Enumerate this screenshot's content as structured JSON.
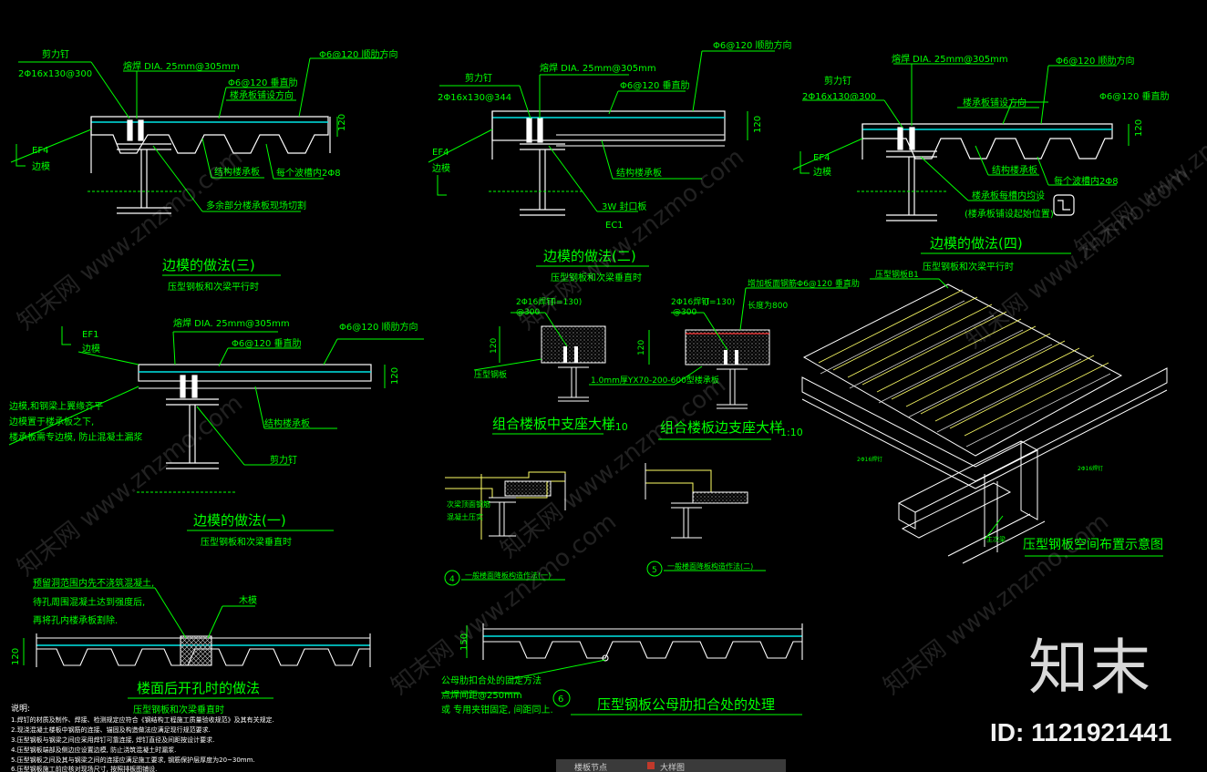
{
  "colors": {
    "bg": "#000000",
    "line": "#00ff00",
    "white": "#ffffff",
    "cyan": "#00e5e5",
    "yellow": "#ffff66",
    "red": "#ff3030"
  },
  "d3": {
    "shear": "剪力钉",
    "shear_spec": "2Φ16x130@300",
    "weld": "熔焊 DIA. 25mm@305mm",
    "bar1": "Φ6@120 顺肋方向",
    "bar2": "Φ6@120 垂直肋",
    "deck_note": "楼承板铺设方向",
    "dim": "120",
    "ef": "EF4",
    "edge": "边模",
    "struct_deck": "结构楼承板",
    "every_rib": "每个波槽内2Φ8",
    "cut": "多余部分楼承板现场切割",
    "title": "边模的做法(三)",
    "subtitle": "压型钢板和次梁平行时"
  },
  "d2": {
    "shear": "剪力钉",
    "shear_spec": "2Φ16x130@344",
    "weld": "熔焊 DIA. 25mm@305mm",
    "bar1": "Φ6@120 顺肋方向",
    "bar2": "Φ6@120 垂直肋",
    "dim": "120",
    "ef": "EF4",
    "edge": "边模",
    "struct_deck": "结构楼承板",
    "weld_3w": "3W 封口板",
    "ec": "EC1",
    "title": "边模的做法(二)",
    "subtitle": "压型钢板和次梁垂直时"
  },
  "d4": {
    "shear": "剪力钉",
    "shear_spec": "2Φ16x130@300",
    "weld": "熔焊 DIA. 25mm@305mm",
    "bar1": "Φ6@120 顺肋方向",
    "bar2": "Φ6@120 垂直肋",
    "deck_note": "楼承板铺设方向",
    "dim": "120",
    "ef": "EF4",
    "edge": "边模",
    "struct_deck": "结构楼承板",
    "every_rib": "每个波槽内2Φ8",
    "note1": "楼承板每槽内均设",
    "note2": "(楼承板铺设起始位置)",
    "title": "边模的做法(四)",
    "subtitle": "压型钢板和次梁平行时"
  },
  "d1": {
    "weld": "熔焊 DIA. 25mm@305mm",
    "bar1": "Φ6@120 顺肋方向",
    "bar2": "Φ6@120 垂直肋",
    "dim": "120",
    "ef": "EF1",
    "edge": "边模",
    "struct_deck": "结构楼承板",
    "shear": "剪力钉",
    "left1": "边模,和钢梁上翼缘齐平",
    "left2": "边模置于楼承板之下,",
    "left3": "楼承板需专边模, 防止混凝土漏浆",
    "title": "边模的做法(一)",
    "subtitle": "压型钢板和次梁垂直时"
  },
  "mid": {
    "s1_label": "2Φ16焊钉",
    "s1_len": "(l=130)",
    "s1_at": "@300",
    "s1_dim": "120",
    "s1_left": "压型钢板",
    "s1_title": "组合楼板中支座大样",
    "s1_scale": "1:10",
    "s2_label": "2Φ16焊钉",
    "s2_len": "(l=130)",
    "s2_at": "@300",
    "s2_top": "增加板面钢筋Φ6@120 垂直肋",
    "s2_top2": "长度为800",
    "s2_dim": "120",
    "s2_deck": "1.0mm厚YX70-200-600型楼承板",
    "s2_title": "组合楼板边支座大样",
    "s2_scale": "1:10",
    "d4_circle": "4",
    "d4_caption": "一般楼面降板构造作法(一)",
    "d5_circle": "5",
    "d5_caption": "一般楼面降板构造作法(二)",
    "fig_small": "次梁顶面钢筋",
    "fig_small2": "混凝土压实"
  },
  "iso": {
    "deck_label": "压型钢板B1",
    "left_label": "2Φ16焊钉",
    "right_label": "2Φ16焊钉",
    "beam_label": "主次梁",
    "title": "压型钢板空间布置示意图"
  },
  "bl": {
    "note1": "预留洞范围内先不浇筑混凝土,",
    "note2": "待孔周围混凝土达到强度后,",
    "note3": "再将孔内楼承板割除.",
    "wood": "木模",
    "dim": "120",
    "title": "楼面后开孔时的做法",
    "subtitle": "压型钢板和次梁垂直时",
    "notes_head": "说明:",
    "notes": [
      "1.焊钉的材质及制作、焊接、检测规定应符合《钢结构工程施工质量验收规范》及其有关规定.",
      "2.现浇混凝土楼板中钢筋的连接、锚固及构造做法应满足现行规范要求.",
      "3.压型钢板与钢梁之间应采用焊钉可靠连接, 焊钉直径及间距按设计要求.",
      "4.压型钢板端部及侧边应设置边模, 防止浇筑混凝土时漏浆.",
      "5.压型钢板之间及其与钢梁之间的连接应满足施工要求, 钢筋保护层厚度为20~30mm.",
      "6.压型钢板施工前应核对现场尺寸, 按照排板图铺设."
    ]
  },
  "bc": {
    "dim": "150",
    "note1": "公母肋扣合处的固定方法",
    "note2": "点焊间距@250mm",
    "note3": "或 专用夹钳固定, 间距同上.",
    "circle": "6",
    "title": "压型钢板公母肋扣合处的处理"
  },
  "watermark": [
    "知末网 www.znzmo.com",
    "知末网 www.znzmo.com",
    "知末网 www.znzmo.com",
    "知末网 www.znzmo.com",
    "知末网 www.znzmo.com",
    "知末网 www.znzmo.com",
    "知末网 www.znzmo.com",
    "知末网 www.znzmo.com"
  ],
  "brand": {
    "logo": "知末",
    "id": "ID: 1121921441"
  },
  "taskbar": {
    "tab1": "楼板节点",
    "tab2": "大样图"
  }
}
